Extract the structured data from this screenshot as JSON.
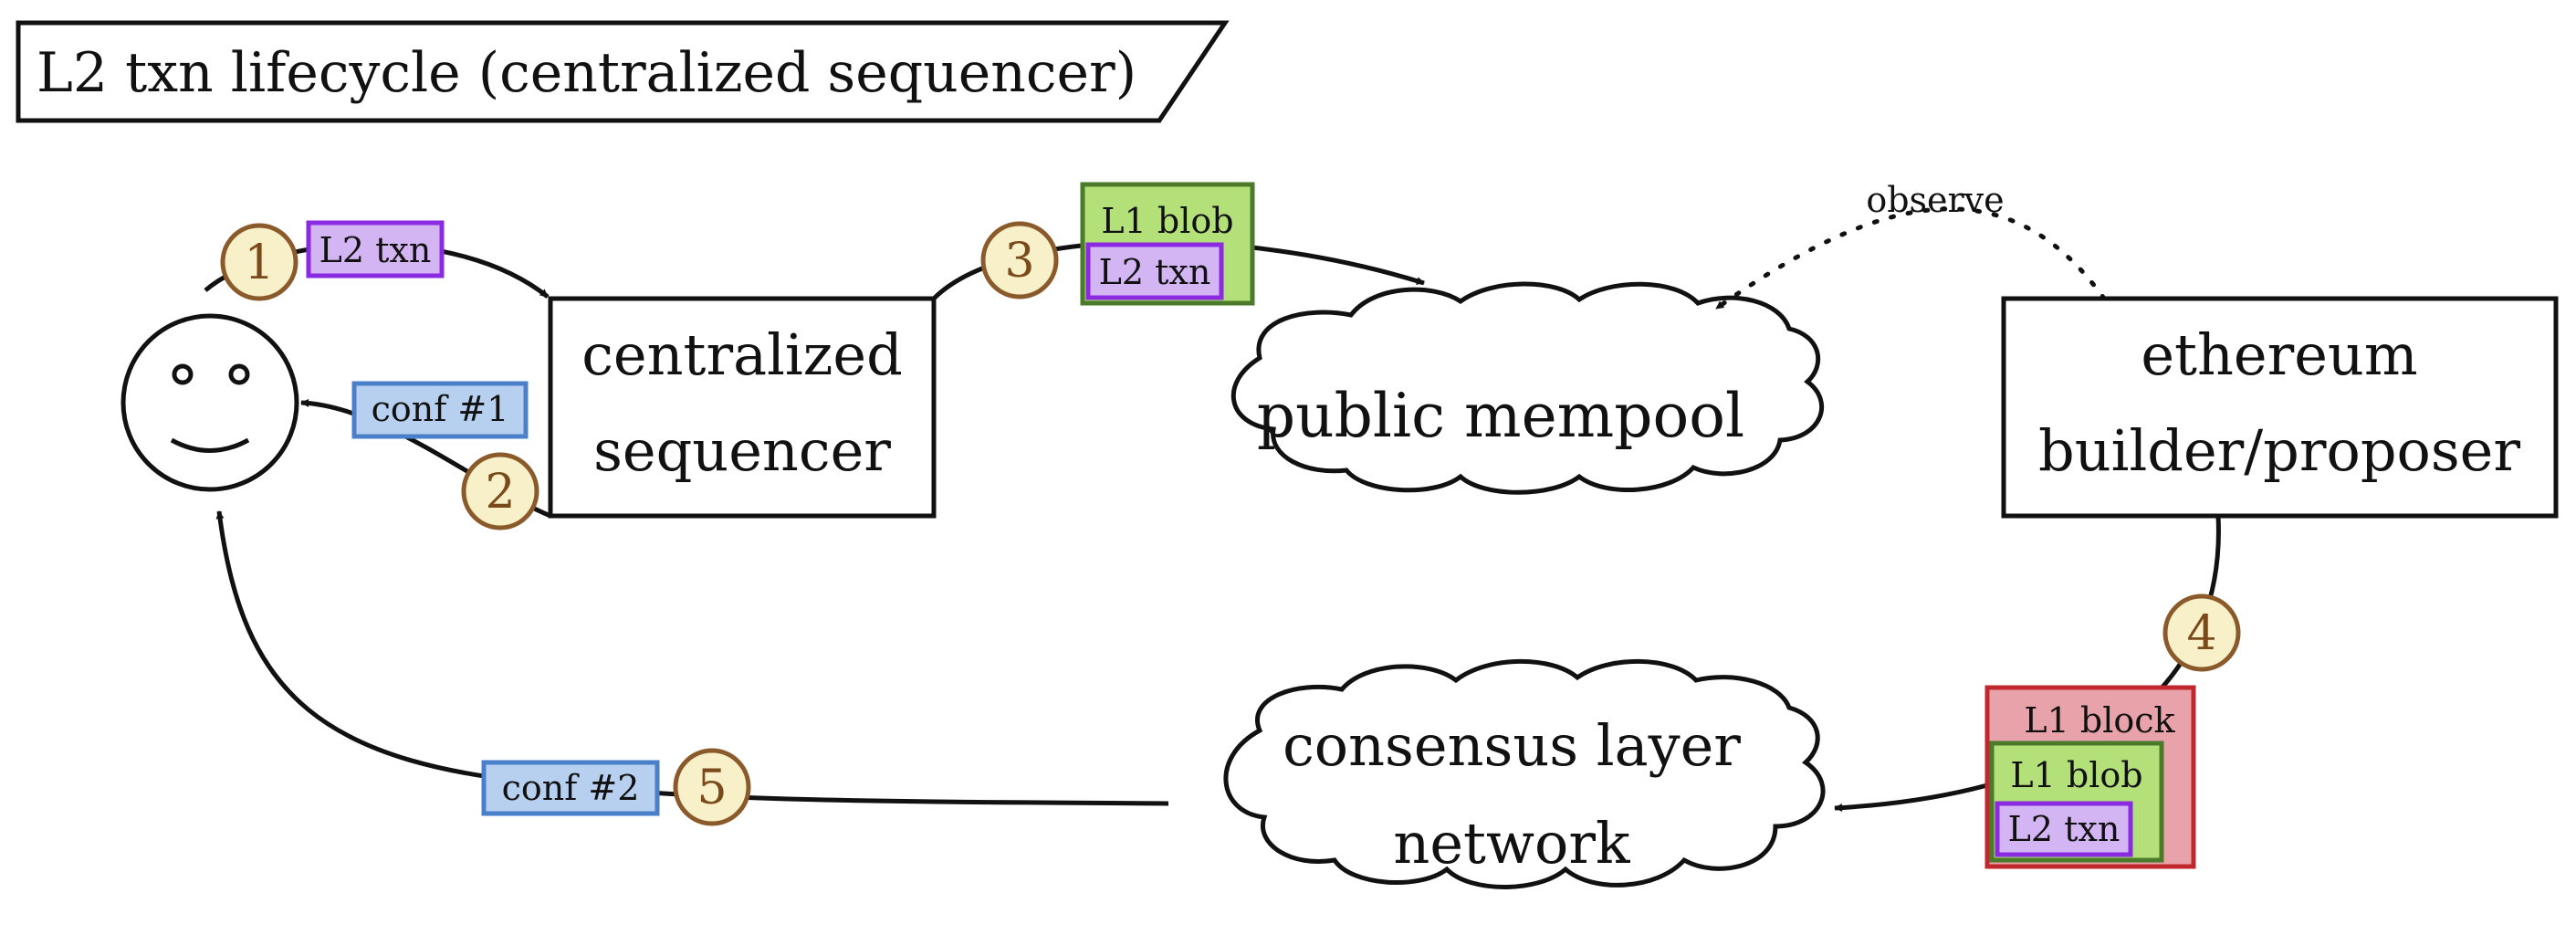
{
  "title": "L2 txn lifecycle (centralized sequencer)",
  "nodes": {
    "user_icon": "smiley-face",
    "sequencer": {
      "line1": "centralized",
      "line2": "sequencer"
    },
    "mempool": {
      "label": "public mempool"
    },
    "builder": {
      "line1": "ethereum",
      "line2": "builder/proposer"
    },
    "consensus": {
      "line1": "consensus layer",
      "line2": "network"
    }
  },
  "steps": [
    "1",
    "2",
    "3",
    "4",
    "5"
  ],
  "labels": {
    "l2_txn": "L2 txn",
    "l1_blob": "L1 blob",
    "l1_block": "L1 block",
    "conf1": "conf #1",
    "conf2": "conf #2",
    "observe": "observe"
  },
  "colors": {
    "step_fill": "#f8f0c8",
    "step_stroke": "#8a5a2b",
    "l2_fill": "#d2b5f2",
    "l2_stroke": "#8a2be2",
    "l1_blob_fill": "#b4e07a",
    "l1_blob_stroke": "#4a7a2a",
    "l1_block_fill": "#e8a3aa",
    "l1_block_stroke": "#c0282e",
    "conf_fill": "#b8d0f0",
    "conf_stroke": "#4a7fc9"
  }
}
